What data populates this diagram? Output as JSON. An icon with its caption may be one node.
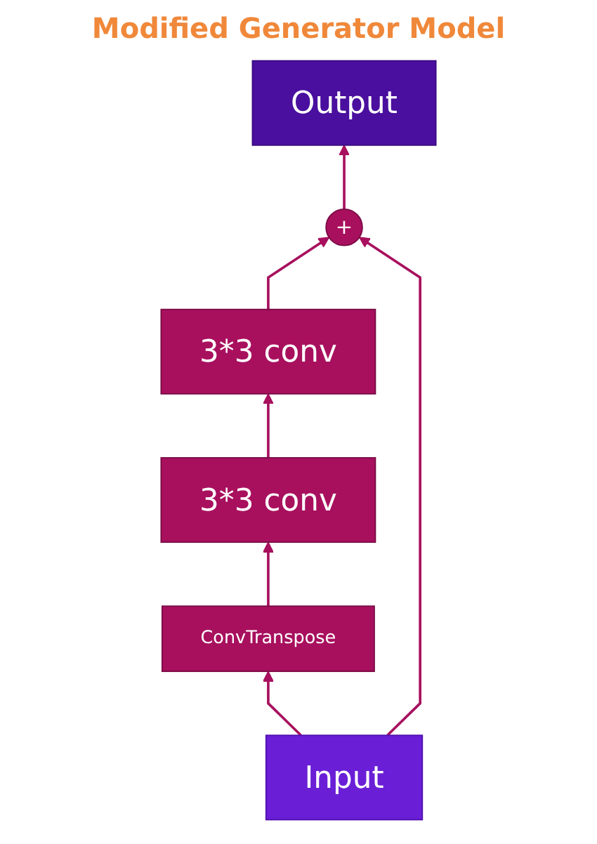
{
  "diagram": {
    "title": "Modified Generator Model",
    "nodes": [
      {
        "text": [
          "Output"
        ]
      },
      {
        "text": [
          "+"
        ]
      },
      {
        "text": [
          "3*3 conv"
        ]
      },
      {
        "text": [
          "3*3 conv"
        ]
      },
      {
        "text": [
          "ConvTranspose"
        ]
      },
      {
        "text": [
          "Input"
        ]
      }
    ],
    "edges": [
      {
        "from": 5,
        "to": 4,
        "arrow": "to"
      },
      {
        "from": 4,
        "to": 3,
        "arrow": "to"
      },
      {
        "from": 3,
        "to": 2,
        "arrow": "to"
      },
      {
        "from": 2,
        "to": 1,
        "arrow": "to"
      },
      {
        "from": 1,
        "to": 0,
        "arrow": "to"
      },
      {
        "from": 5,
        "to": 1,
        "arrow": "to"
      }
    ]
  }
}
